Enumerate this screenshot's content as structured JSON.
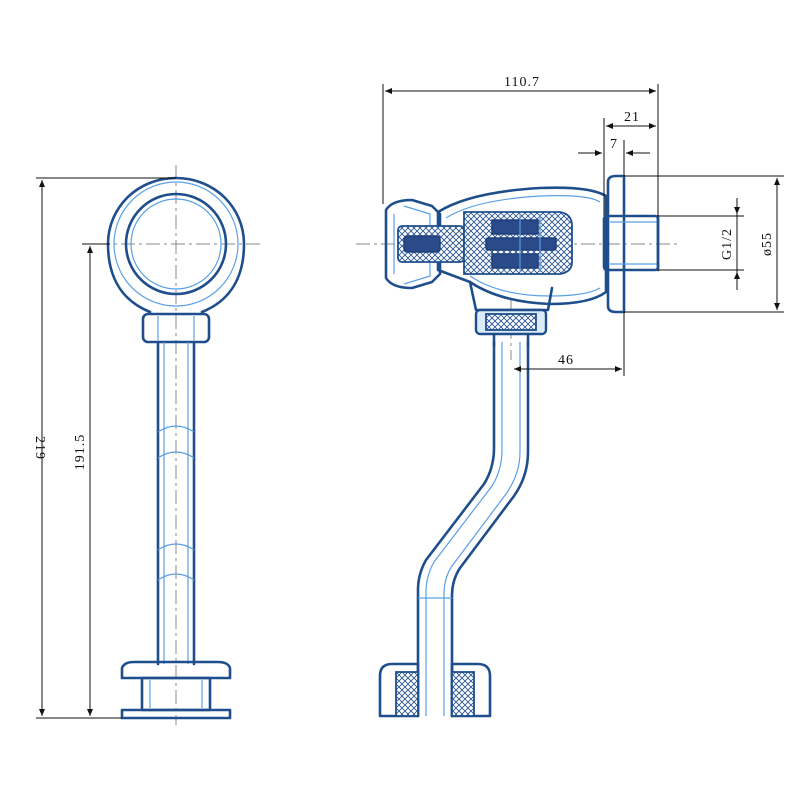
{
  "drawing": {
    "dimensions": {
      "total_height": "219",
      "inner_height": "191.5",
      "overall_width": "110.7",
      "offset_21": "21",
      "offset_7": "7",
      "thread": "G1/2",
      "diameter": "ø55",
      "outlet_offset": "46"
    }
  },
  "colors": {
    "outline": "#1f4e8c",
    "inner": "#5aa0e6",
    "fill": "#dcebfa"
  }
}
